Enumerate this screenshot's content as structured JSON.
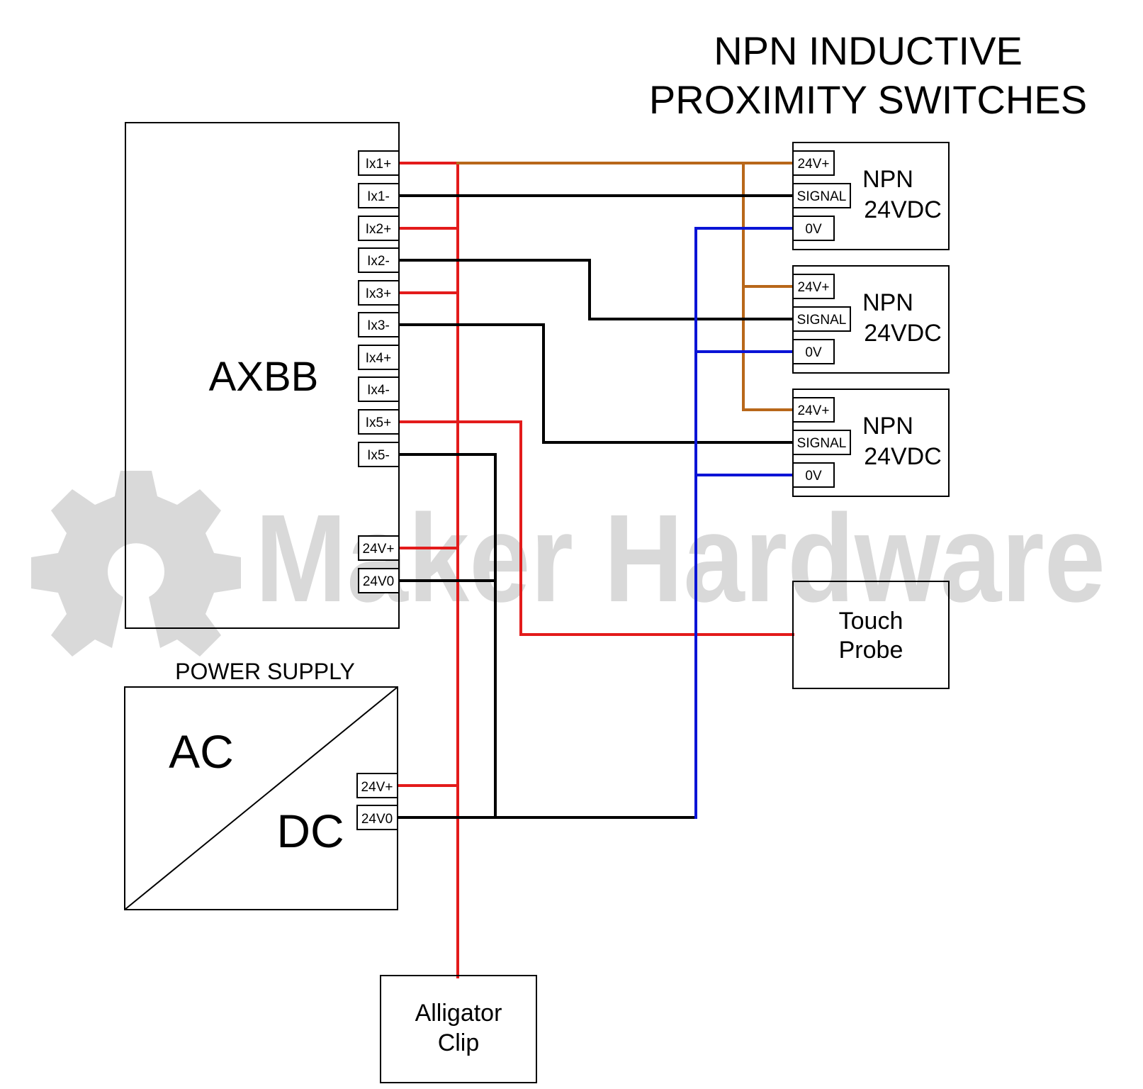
{
  "title": {
    "line1": "NPN INDUCTIVE",
    "line2": "PROXIMITY SWITCHES"
  },
  "watermark": {
    "text": "Maker Hardware",
    "logo": "open-hardware-gear-icon",
    "color": "#d9d9d9"
  },
  "controller": {
    "label": "AXBB",
    "terminals": [
      "Ix1+",
      "Ix1-",
      "Ix2+",
      "Ix2-",
      "Ix3+",
      "Ix3-",
      "Ix4+",
      "Ix4-",
      "Ix5+",
      "Ix5-"
    ],
    "power_terminals": [
      "24V+",
      "24V0"
    ]
  },
  "power_supply": {
    "heading": "POWER SUPPLY",
    "input_label": "AC",
    "output_label": "DC",
    "terminals": [
      "24V+",
      "24V0"
    ]
  },
  "sensors": [
    {
      "line1": "NPN",
      "line2": "24VDC",
      "terminals": [
        "24V+",
        "SIGNAL",
        "0V"
      ]
    },
    {
      "line1": "NPN",
      "line2": "24VDC",
      "terminals": [
        "24V+",
        "SIGNAL",
        "0V"
      ]
    },
    {
      "line1": "NPN",
      "line2": "24VDC",
      "terminals": [
        "24V+",
        "SIGNAL",
        "0V"
      ]
    }
  ],
  "touch_probe": {
    "line1": "Touch",
    "line2": "Probe"
  },
  "alligator_clip": {
    "line1": "Alligator",
    "line2": "Clip"
  },
  "wire_colors": {
    "positive": "#e31b1b",
    "sensor_supply": "#b8671a",
    "signal": "#000000",
    "ground": "#0a14d6"
  }
}
